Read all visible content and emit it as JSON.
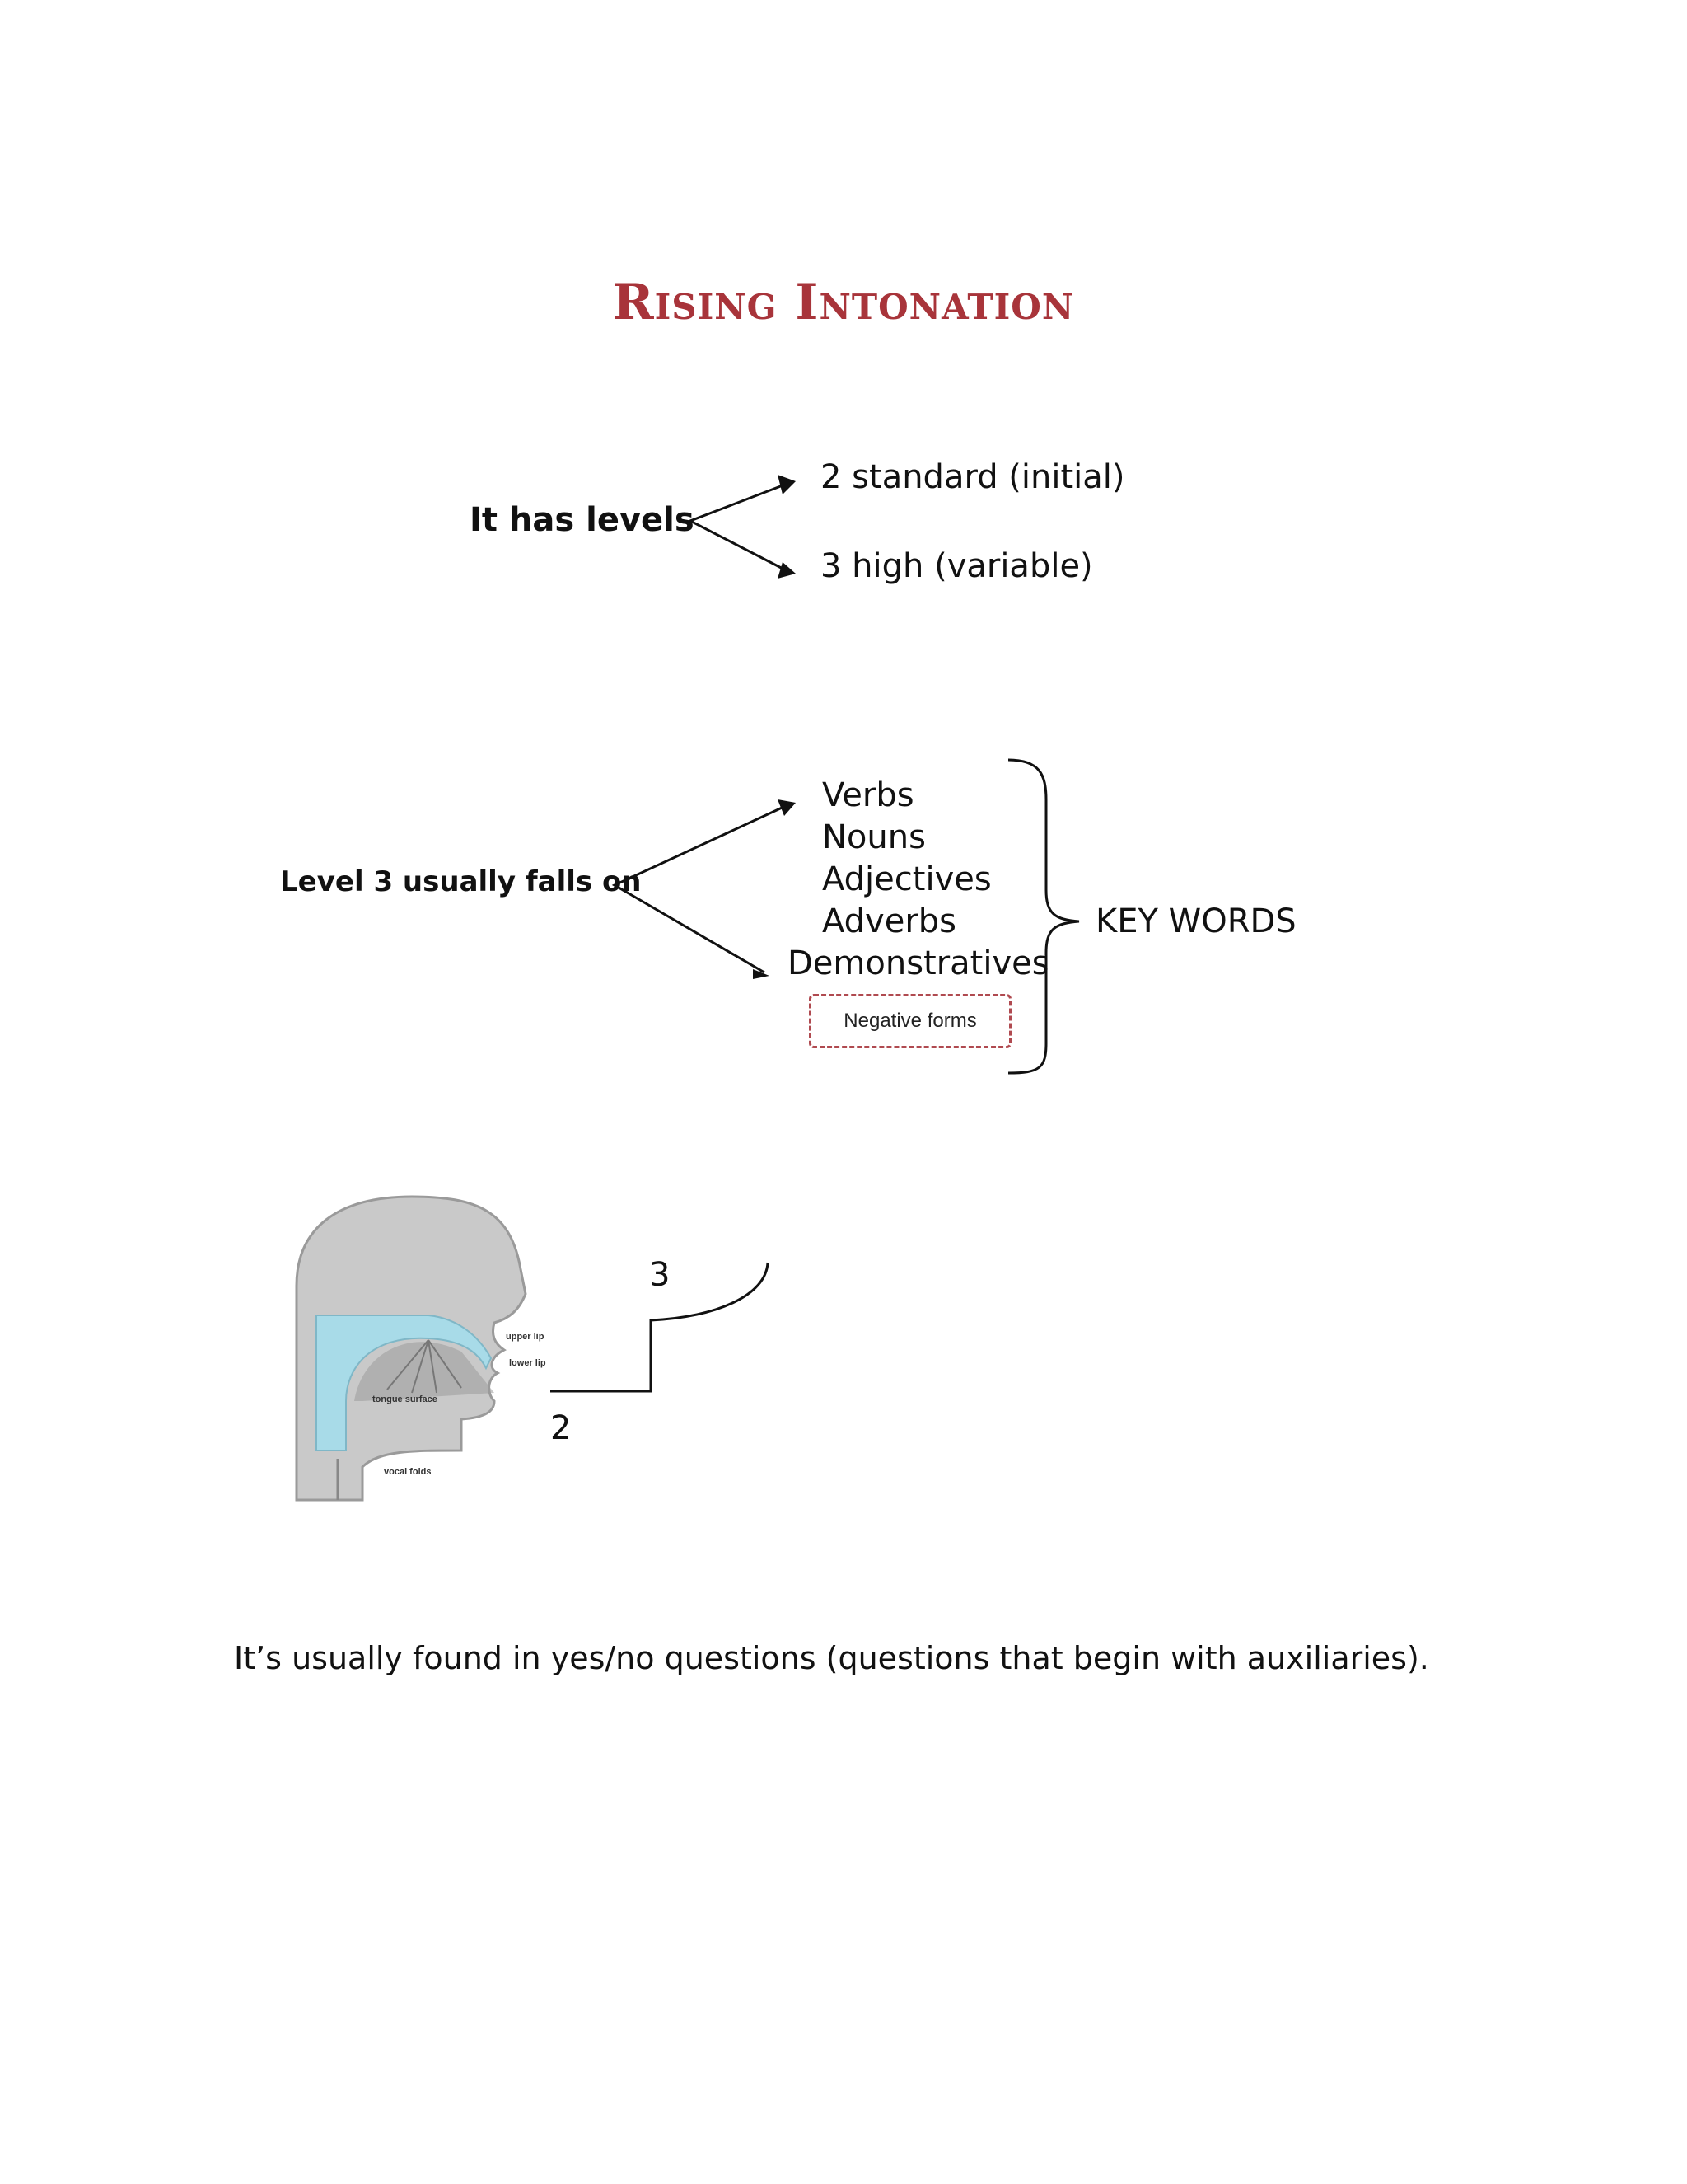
{
  "title": "Rising Intonation",
  "levels": {
    "label": "It has levels",
    "items": [
      "2 standard (initial)",
      "3 high (variable)"
    ]
  },
  "level3": {
    "label": "Level 3 usually falls on",
    "items": [
      "Verbs",
      "Nouns",
      "Adjectives",
      "Adverbs",
      "Demonstratives"
    ],
    "boxed_item": "Negative forms",
    "brace_label": "KEY WORDS"
  },
  "diagram": {
    "labels": [
      "upper lip",
      "lower lip",
      "tongue surface",
      "vocal folds"
    ],
    "pitch_high": "3",
    "pitch_low": "2"
  },
  "footer_text": "It’s usually found in yes/no questions (questions that begin with auxiliaries)."
}
